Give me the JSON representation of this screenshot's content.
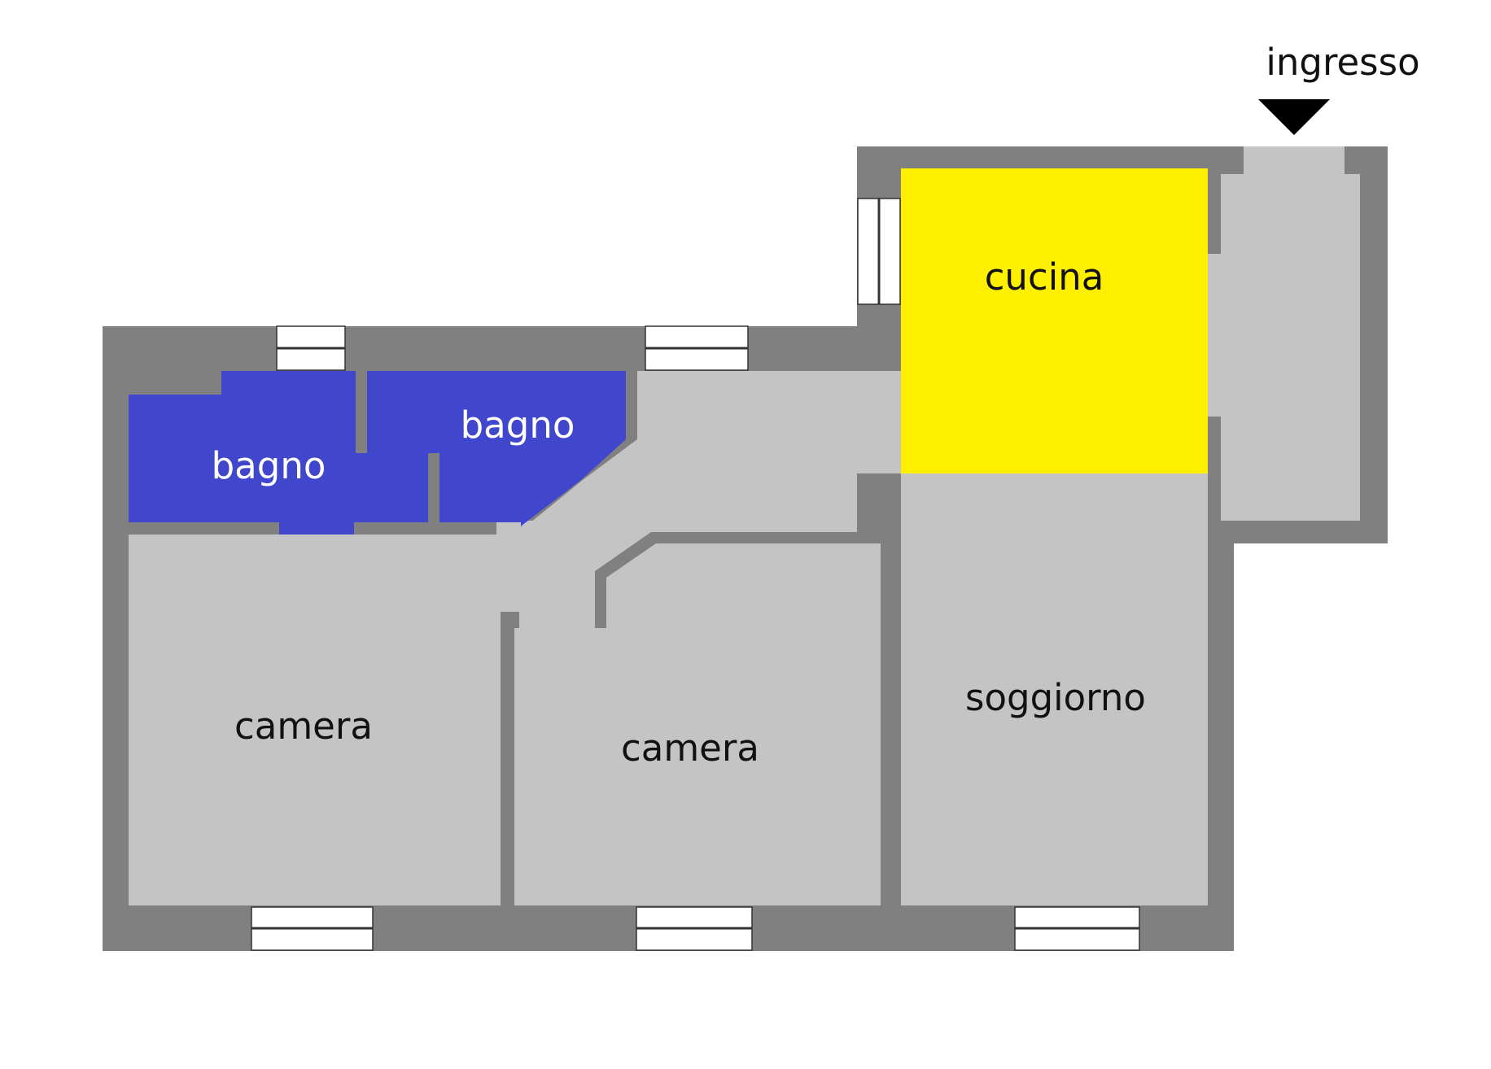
{
  "entrance": {
    "label": "ingresso"
  },
  "rooms": {
    "bagno_1": {
      "label": "bagno"
    },
    "bagno_2": {
      "label": "bagno"
    },
    "cucina": {
      "label": "cucina"
    },
    "camera_1": {
      "label": "camera"
    },
    "camera_2": {
      "label": "camera"
    },
    "soggiorno": {
      "label": "soggiorno"
    }
  },
  "colors": {
    "wall": "#808080",
    "floor": "#c4c4c4",
    "bathroom": "#4047cc",
    "kitchen": "#fff000",
    "window": "#ffffff",
    "background": "#ffffff"
  }
}
